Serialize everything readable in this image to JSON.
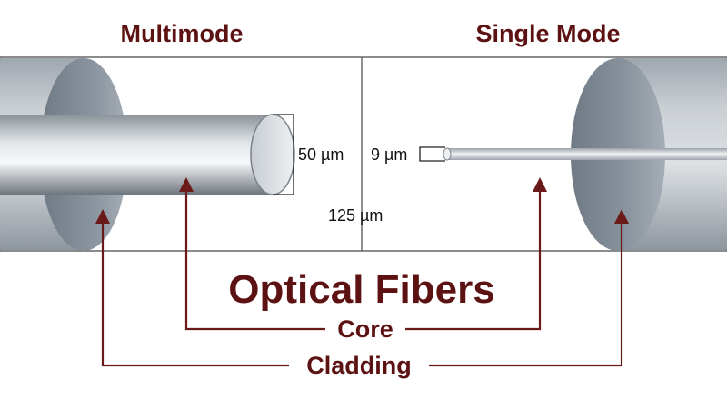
{
  "headings": {
    "multimode": "Multimode",
    "single_mode": "Single Mode"
  },
  "dimensions": {
    "multimode_core": "50 µm",
    "single_mode_core": "9 µm",
    "cladding": "125 µm"
  },
  "title": "Optical Fibers",
  "labels": {
    "core": "Core",
    "cladding": "Cladding"
  },
  "colors": {
    "text_maroon": "#5c1212",
    "arrow_maroon": "#6b1a1a",
    "cladding_gray": "#a9b0b7",
    "divider": "#555555"
  }
}
